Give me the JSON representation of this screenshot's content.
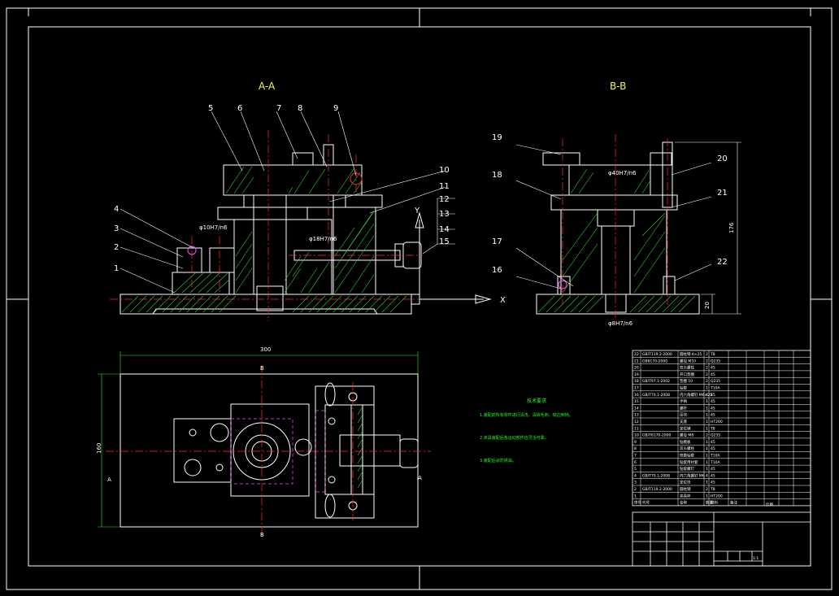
{
  "views": {
    "section_a": "A-A",
    "section_b": "B-B",
    "axis_y": "Y",
    "axis_x": "X"
  },
  "part_numbers_a": [
    "1",
    "2",
    "3",
    "4",
    "5",
    "6",
    "7",
    "8",
    "9",
    "10",
    "11",
    "12",
    "13",
    "14",
    "15"
  ],
  "part_numbers_b": [
    "16",
    "17",
    "18",
    "19",
    "20",
    "21",
    "22"
  ],
  "dimensions": {
    "width": "300",
    "depth": "160",
    "height": "176",
    "base": "20"
  },
  "view_markers": {
    "b_top": "B",
    "b_bottom": "B",
    "a_left": "A",
    "a_right": "A"
  },
  "notes": {
    "title": "技术要求",
    "lines": [
      "1.装配前所有零件进行清洗、清除毛刺、锐边倒钝。",
      "2.夹具装配后各运动部件应灵活可靠。",
      "3.装配后涂防锈油。"
    ]
  },
  "parts_table": {
    "rows": [
      [
        "22",
        "GB/T119.2-2000",
        "圆柱销 6×25",
        "2",
        "T8",
        ""
      ],
      [
        "21",
        "GB6170-2000",
        "螺母 M10",
        "2",
        "Q235",
        ""
      ],
      [
        "20",
        "",
        "双头螺柱",
        "2",
        "45",
        ""
      ],
      [
        "19",
        "",
        "开口垫圈",
        "2",
        "45",
        ""
      ],
      [
        "18",
        "GB/T97.1-2002",
        "垫圈 10",
        "2",
        "Q235",
        ""
      ],
      [
        "17",
        "",
        "钻套",
        "1",
        "T10A",
        ""
      ],
      [
        "16",
        "GB/T70.1-2008",
        "内六角螺钉 M6×25",
        "4",
        "45",
        ""
      ],
      [
        "15",
        "",
        "手柄",
        "1",
        "45",
        ""
      ],
      [
        "14",
        "",
        "螺杆",
        "1",
        "45",
        ""
      ],
      [
        "13",
        "",
        "压块",
        "1",
        "45",
        ""
      ],
      [
        "12",
        "",
        "支座",
        "1",
        "HT200",
        ""
      ],
      [
        "11",
        "",
        "定位销",
        "1",
        "T8",
        ""
      ],
      [
        "10",
        "GB/T6170-2000",
        "螺母 M8",
        "2",
        "Q235",
        ""
      ],
      [
        "9",
        "",
        "钻模板",
        "1",
        "45",
        ""
      ],
      [
        "8",
        "",
        "双头螺柱",
        "1",
        "45",
        ""
      ],
      [
        "7",
        "",
        "快换钻套",
        "1",
        "T10A",
        ""
      ],
      [
        "6",
        "",
        "钻套用衬套",
        "1",
        "T10A",
        ""
      ],
      [
        "5",
        "",
        "钻套螺钉",
        "1",
        "45",
        ""
      ],
      [
        "4",
        "GB/T70.1-2008",
        "内六角螺钉 M6",
        "4",
        "45",
        ""
      ],
      [
        "3",
        "",
        "定位块",
        "1",
        "45",
        ""
      ],
      [
        "2",
        "GB/T119.2-2000",
        "圆柱销",
        "2",
        "T8",
        ""
      ],
      [
        "1",
        "",
        "夹具体",
        "1",
        "HT200",
        ""
      ]
    ],
    "header": [
      "序号",
      "代号",
      "名称",
      "数量",
      "材料",
      "备注"
    ]
  },
  "title_block": {
    "scale_label": "比例",
    "sheet": "1:1"
  },
  "colors": {
    "line": "#ffffff",
    "axis": "#ff2a2a",
    "hidden": "#ff4df5",
    "hatch": "#31d42f",
    "label": "#f3f35a",
    "dim": "#2af028"
  }
}
